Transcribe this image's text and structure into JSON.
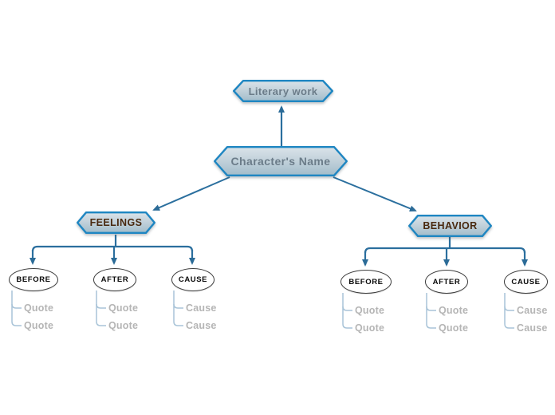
{
  "diagram": {
    "root": {
      "label": "Literary work"
    },
    "character": {
      "label": "Character's Name"
    },
    "branches": [
      {
        "label": "FEELINGS",
        "children": [
          {
            "label": "BEFORE",
            "items": [
              "Quote",
              "Quote"
            ]
          },
          {
            "label": "AFTER",
            "items": [
              "Quote",
              "Quote"
            ]
          },
          {
            "label": "CAUSE",
            "items": [
              "Cause",
              "Cause"
            ]
          }
        ]
      },
      {
        "label": "BEHAVIOR",
        "children": [
          {
            "label": "BEFORE",
            "items": [
              "Quote",
              "Quote"
            ]
          },
          {
            "label": "AFTER",
            "items": [
              "Quote",
              "Quote"
            ]
          },
          {
            "label": "CAUSE",
            "items": [
              "Cause",
              "Cause"
            ]
          }
        ]
      }
    ],
    "colors": {
      "node_border": "#1e86c2",
      "node_fill_top": "#dae3e9",
      "node_fill_bottom": "#a2bcca",
      "connector": "#2b6f9e",
      "leaf_connector": "#a9c4d8",
      "leaf_text": "#b5b5b5",
      "root_text": "#6b7c89",
      "branch_text": "#49290f"
    }
  }
}
